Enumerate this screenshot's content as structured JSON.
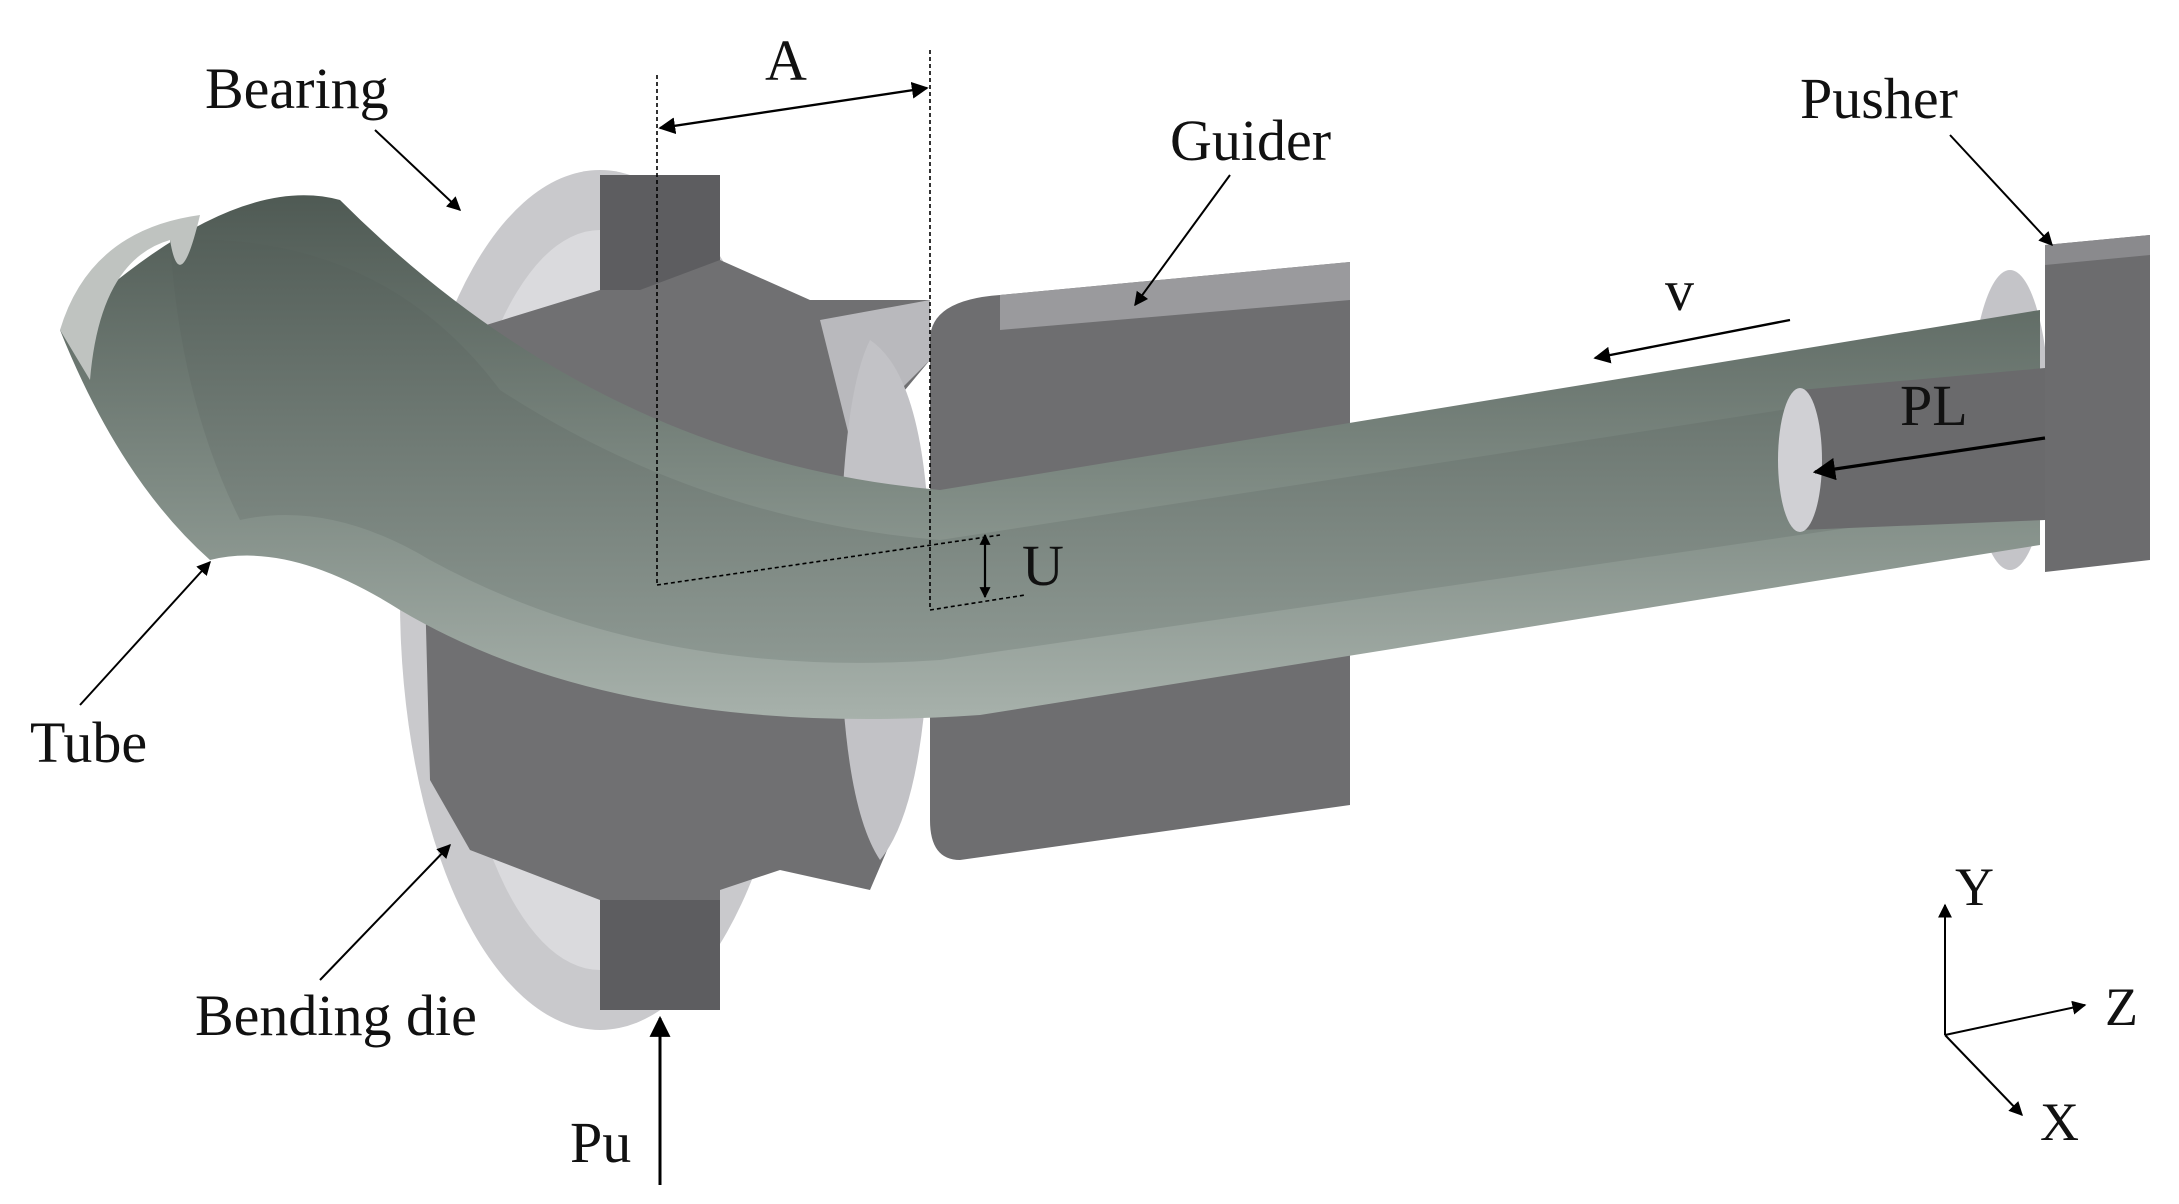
{
  "labels": {
    "bearing": "Bearing",
    "dimension_a": "A",
    "guider": "Guider",
    "pusher": "Pusher",
    "velocity": "v",
    "pusher_load": "PL",
    "offset_u": "U",
    "tube": "Tube",
    "bending_die": "Bending die",
    "bending_force": "Pu"
  },
  "axes": {
    "y": "Y",
    "z": "Z",
    "x": "X"
  },
  "colors": {
    "body_dark": "#6f6f70",
    "body_light": "#c9c9cc",
    "tube_dark": "#4f5a54",
    "tube_light": "#9aa59f",
    "line": "#000000"
  }
}
